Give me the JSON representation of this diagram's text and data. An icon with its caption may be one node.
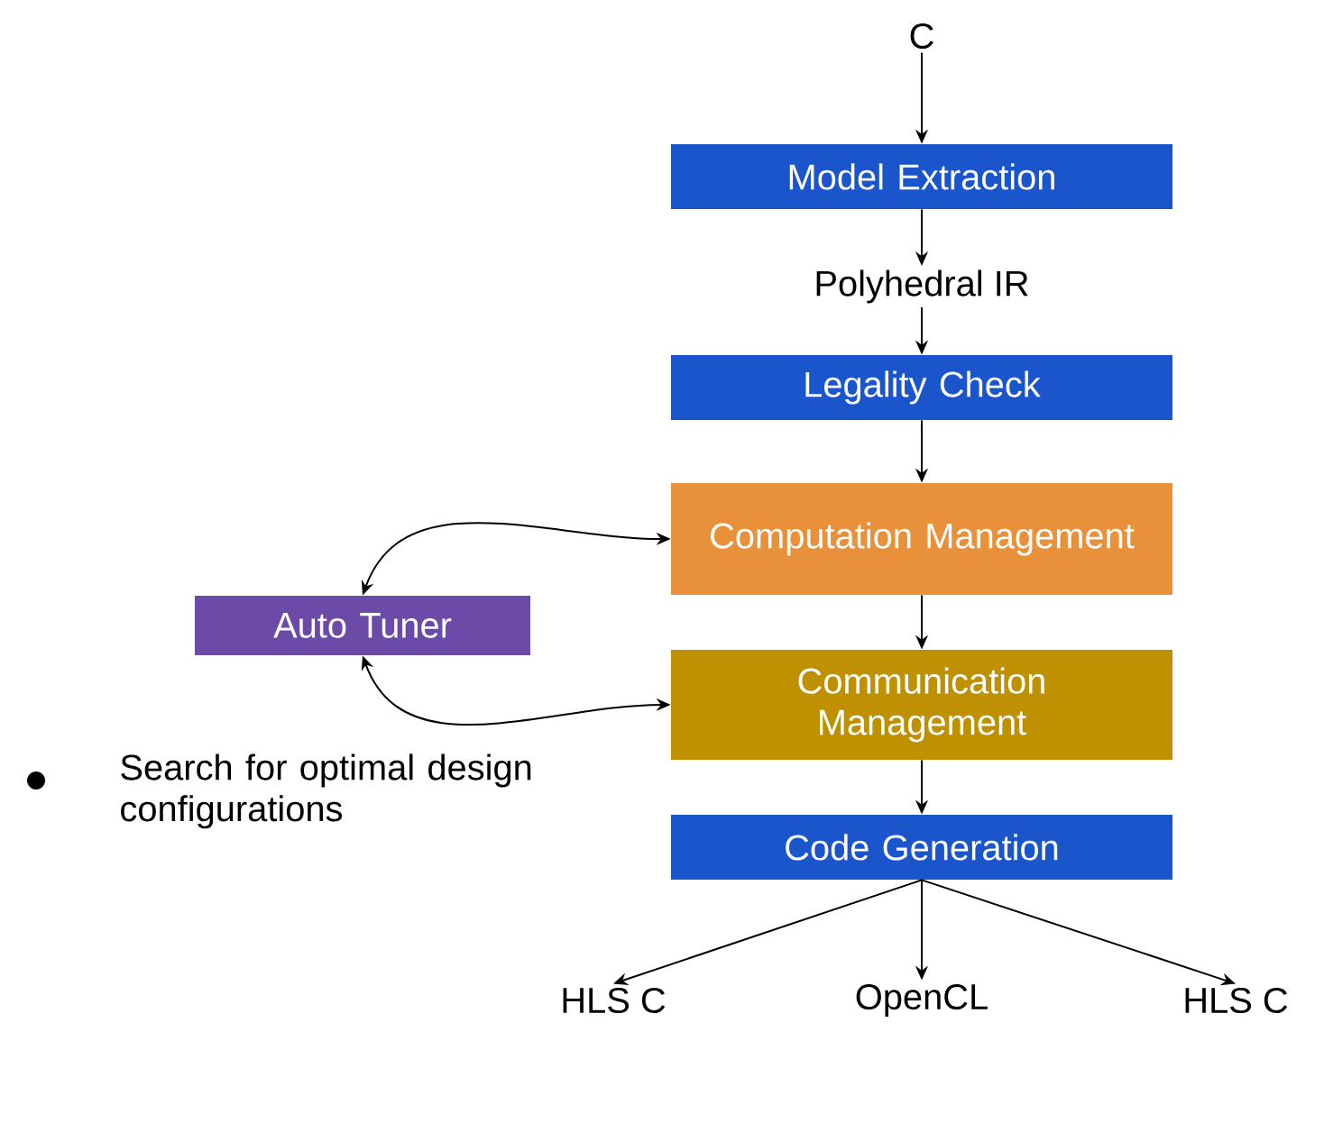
{
  "diagram": {
    "nodes": [
      {
        "text": [
          "C"
        ]
      },
      {
        "text": [
          "Model Extraction"
        ]
      },
      {
        "text": [
          "Polyhedral IR"
        ]
      },
      {
        "text": [
          "Legality Check"
        ]
      },
      {
        "text": [
          "Computation Management"
        ]
      },
      {
        "text": [
          "Auto Tuner"
        ]
      },
      {
        "text": [
          "Communication Management"
        ]
      },
      {
        "text": [
          "Code Generation"
        ]
      },
      {
        "text": [
          "HLS C"
        ]
      },
      {
        "text": [
          "OpenCL"
        ]
      },
      {
        "text": [
          "HLS C"
        ]
      }
    ],
    "edges": [
      {
        "from": 0,
        "to": 1,
        "arrow": "to"
      },
      {
        "from": 1,
        "to": 2,
        "arrow": "to"
      },
      {
        "from": 2,
        "to": 3,
        "arrow": "to"
      },
      {
        "from": 3,
        "to": 4,
        "arrow": "to"
      },
      {
        "from": 4,
        "to": 6,
        "arrow": "to"
      },
      {
        "from": 6,
        "to": 7,
        "arrow": "to"
      },
      {
        "from": 7,
        "to": 8,
        "arrow": "to"
      },
      {
        "from": 7,
        "to": 9,
        "arrow": "to"
      },
      {
        "from": 7,
        "to": 10,
        "arrow": "to"
      },
      {
        "from": 5,
        "to": 4,
        "arrow": "both"
      },
      {
        "from": 5,
        "to": 6,
        "arrow": "both"
      }
    ],
    "labels": [
      "Search for optimal design configurations"
    ]
  }
}
